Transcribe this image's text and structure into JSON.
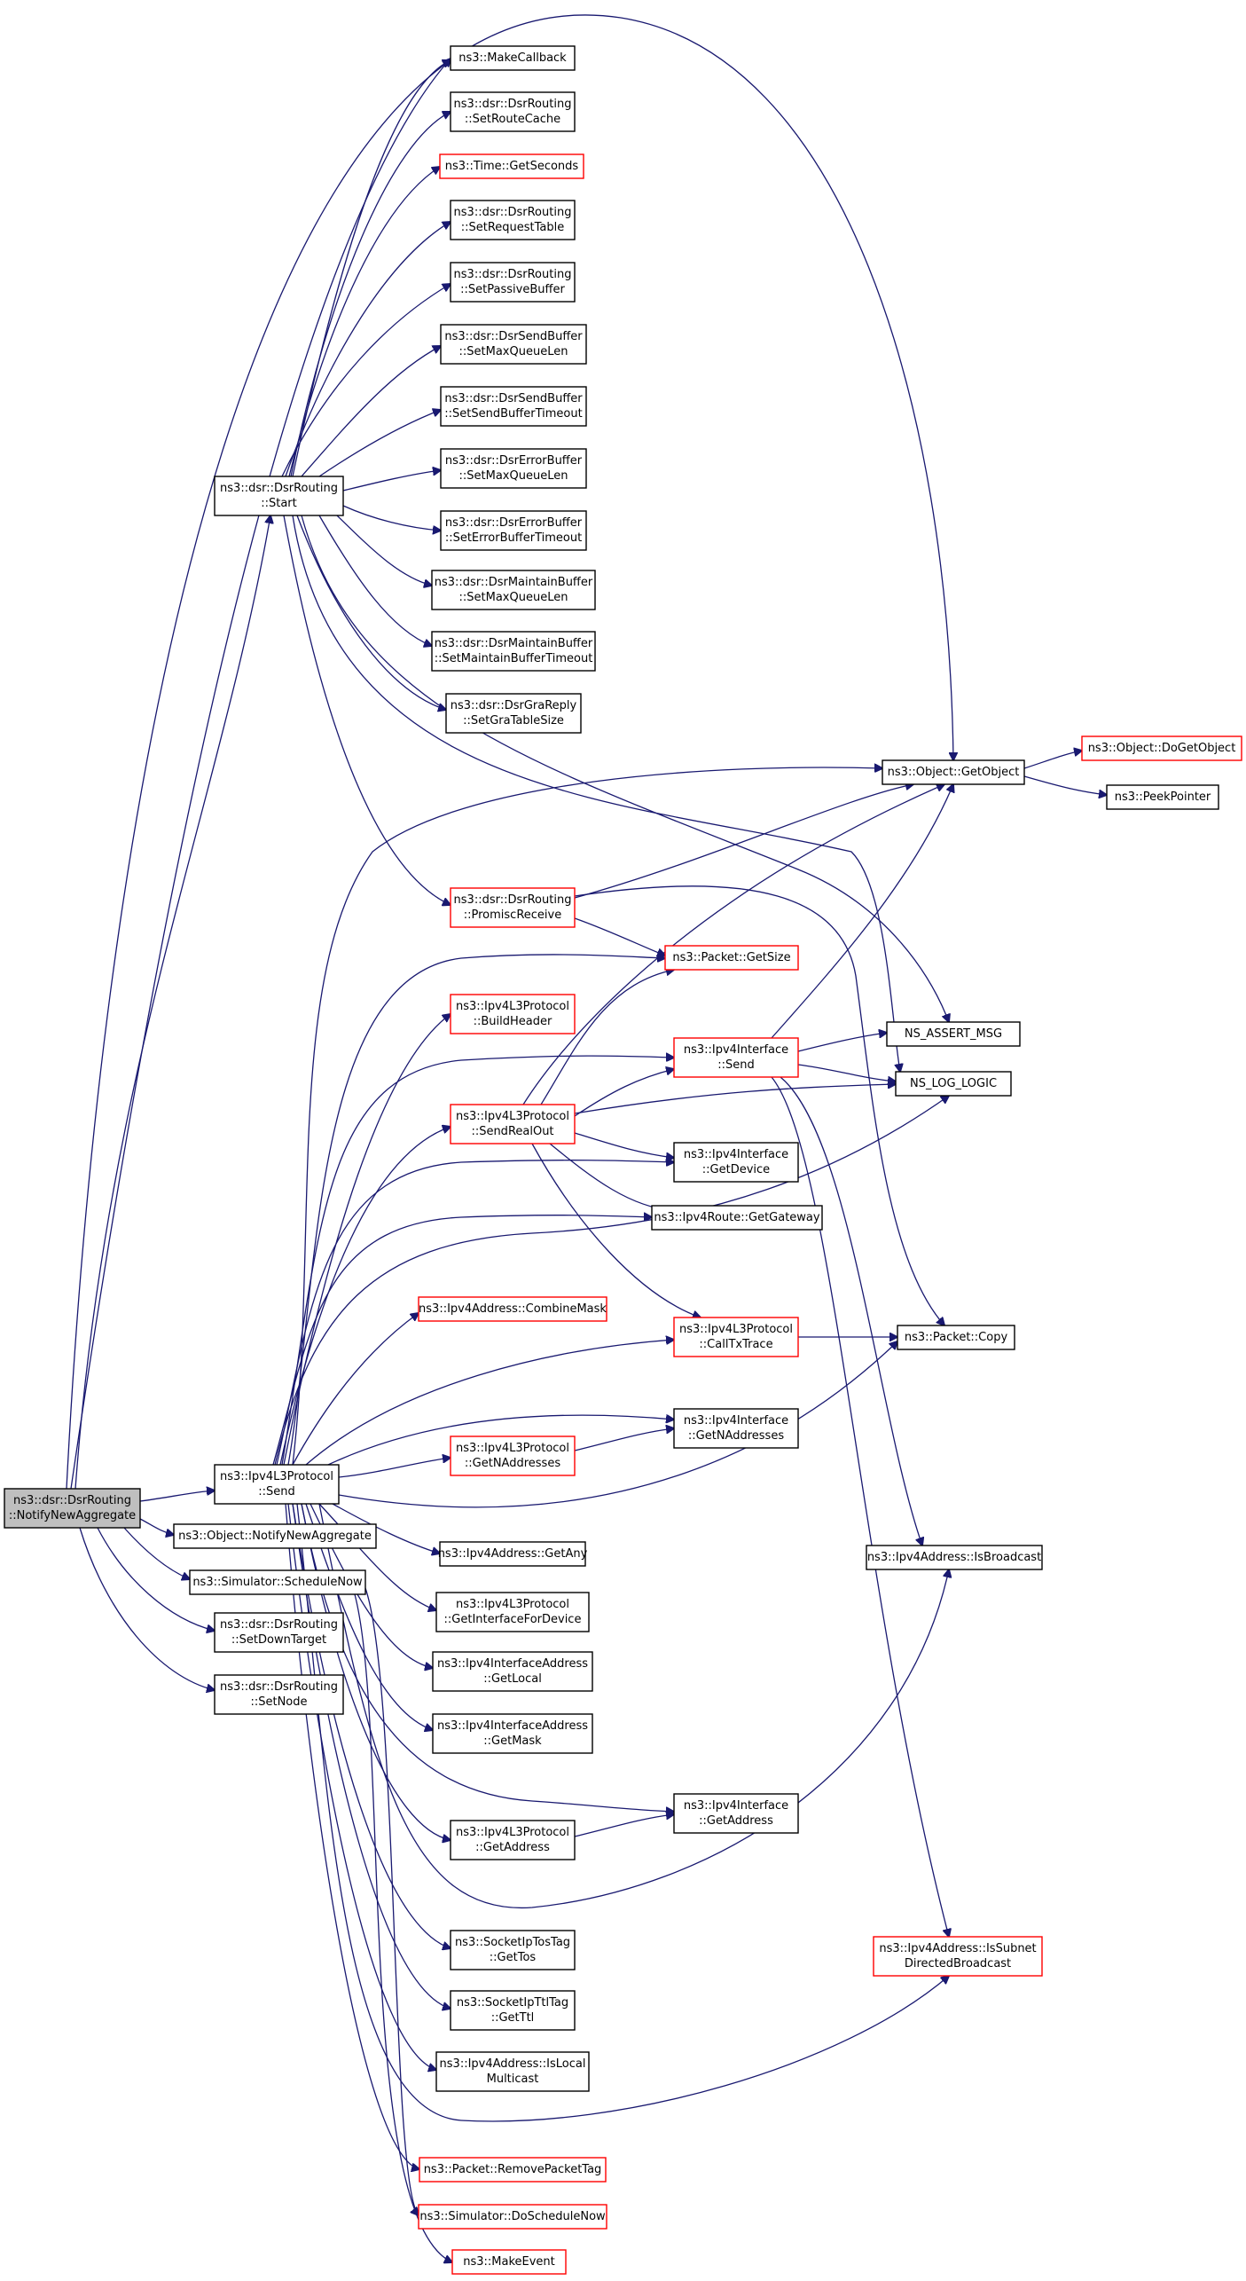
{
  "colors": {
    "edge": "#191970",
    "normal_border": "#000000",
    "truncated_border": "#ff0000",
    "root_fill": "#bfbfbf",
    "background": "#ffffff"
  },
  "nodes": [
    {
      "id": "root",
      "lines": [
        "ns3::dsr::DsrRouting",
        "::NotifyNewAggregate"
      ],
      "border": "root"
    },
    {
      "id": "start",
      "lines": [
        "ns3::dsr::DsrRouting",
        "::Start"
      ],
      "border": "black"
    },
    {
      "id": "ipv4send",
      "lines": [
        "ns3::Ipv4L3Protocol",
        "::Send"
      ],
      "border": "black"
    },
    {
      "id": "objnotify",
      "lines": [
        "ns3::Object::NotifyNewAggregate"
      ],
      "border": "black"
    },
    {
      "id": "schednow",
      "lines": [
        "ns3::Simulator::ScheduleNow"
      ],
      "border": "black"
    },
    {
      "id": "setdown",
      "lines": [
        "ns3::dsr::DsrRouting",
        "::SetDownTarget"
      ],
      "border": "black"
    },
    {
      "id": "setnode",
      "lines": [
        "ns3::dsr::DsrRouting",
        "::SetNode"
      ],
      "border": "black"
    },
    {
      "id": "makecb",
      "lines": [
        "ns3::MakeCallback"
      ],
      "border": "black"
    },
    {
      "id": "setroutecache",
      "lines": [
        "ns3::dsr::DsrRouting",
        "::SetRouteCache"
      ],
      "border": "black"
    },
    {
      "id": "getseconds",
      "lines": [
        "ns3::Time::GetSeconds"
      ],
      "border": "red"
    },
    {
      "id": "setreqtable",
      "lines": [
        "ns3::dsr::DsrRouting",
        "::SetRequestTable"
      ],
      "border": "black"
    },
    {
      "id": "setpassive",
      "lines": [
        "ns3::dsr::DsrRouting",
        "::SetPassiveBuffer"
      ],
      "border": "black"
    },
    {
      "id": "sbmaxq",
      "lines": [
        "ns3::dsr::DsrSendBuffer",
        "::SetMaxQueueLen"
      ],
      "border": "black"
    },
    {
      "id": "sbtimeout",
      "lines": [
        "ns3::dsr::DsrSendBuffer",
        "::SetSendBufferTimeout"
      ],
      "border": "black"
    },
    {
      "id": "ebmaxq",
      "lines": [
        "ns3::dsr::DsrErrorBuffer",
        "::SetMaxQueueLen"
      ],
      "border": "black"
    },
    {
      "id": "ebtimeout",
      "lines": [
        "ns3::dsr::DsrErrorBuffer",
        "::SetErrorBufferTimeout"
      ],
      "border": "black"
    },
    {
      "id": "mbmaxq",
      "lines": [
        "ns3::dsr::DsrMaintainBuffer",
        "::SetMaxQueueLen"
      ],
      "border": "black"
    },
    {
      "id": "mbtimeout",
      "lines": [
        "ns3::dsr::DsrMaintainBuffer",
        "::SetMaintainBufferTimeout"
      ],
      "border": "black"
    },
    {
      "id": "gratable",
      "lines": [
        "ns3::dsr::DsrGraReply",
        "::SetGraTableSize"
      ],
      "border": "black"
    },
    {
      "id": "getobject",
      "lines": [
        "ns3::Object::GetObject"
      ],
      "border": "black"
    },
    {
      "id": "dogetobject",
      "lines": [
        "ns3::Object::DoGetObject"
      ],
      "border": "red"
    },
    {
      "id": "peekptr",
      "lines": [
        "ns3::PeekPointer"
      ],
      "border": "black"
    },
    {
      "id": "promisc",
      "lines": [
        "ns3::dsr::DsrRouting",
        "::PromiscReceive"
      ],
      "border": "red"
    },
    {
      "id": "pktgetsize",
      "lines": [
        "ns3::Packet::GetSize"
      ],
      "border": "red"
    },
    {
      "id": "buildheader",
      "lines": [
        "ns3::Ipv4L3Protocol",
        "::BuildHeader"
      ],
      "border": "red"
    },
    {
      "id": "ifsend",
      "lines": [
        "ns3::Ipv4Interface",
        "::Send"
      ],
      "border": "red"
    },
    {
      "id": "assertmsg",
      "lines": [
        "NS_ASSERT_MSG"
      ],
      "border": "black"
    },
    {
      "id": "loglogic",
      "lines": [
        "NS_LOG_LOGIC"
      ],
      "border": "black"
    },
    {
      "id": "sendrealout",
      "lines": [
        "ns3::Ipv4L3Protocol",
        "::SendRealOut"
      ],
      "border": "red"
    },
    {
      "id": "getdevice",
      "lines": [
        "ns3::Ipv4Interface",
        "::GetDevice"
      ],
      "border": "black"
    },
    {
      "id": "getgateway",
      "lines": [
        "ns3::Ipv4Route::GetGateway"
      ],
      "border": "black"
    },
    {
      "id": "combinemask",
      "lines": [
        "ns3::Ipv4Address::CombineMask"
      ],
      "border": "red"
    },
    {
      "id": "calltxtrace",
      "lines": [
        "ns3::Ipv4L3Protocol",
        "::CallTxTrace"
      ],
      "border": "red"
    },
    {
      "id": "pktcopy",
      "lines": [
        "ns3::Packet::Copy"
      ],
      "border": "black"
    },
    {
      "id": "ifgetnaddr",
      "lines": [
        "ns3::Ipv4Interface",
        "::GetNAddresses"
      ],
      "border": "black"
    },
    {
      "id": "l3getnaddr",
      "lines": [
        "ns3::Ipv4L3Protocol",
        "::GetNAddresses"
      ],
      "border": "red"
    },
    {
      "id": "getany",
      "lines": [
        "ns3::Ipv4Address::GetAny"
      ],
      "border": "black"
    },
    {
      "id": "isbroadcast",
      "lines": [
        "ns3::Ipv4Address::IsBroadcast"
      ],
      "border": "black"
    },
    {
      "id": "getifdev",
      "lines": [
        "ns3::Ipv4L3Protocol",
        "::GetInterfaceForDevice"
      ],
      "border": "black"
    },
    {
      "id": "getlocal",
      "lines": [
        "ns3::Ipv4InterfaceAddress",
        "::GetLocal"
      ],
      "border": "black"
    },
    {
      "id": "getmask",
      "lines": [
        "ns3::Ipv4InterfaceAddress",
        "::GetMask"
      ],
      "border": "black"
    },
    {
      "id": "l3getaddr",
      "lines": [
        "ns3::Ipv4L3Protocol",
        "::GetAddress"
      ],
      "border": "black"
    },
    {
      "id": "ifgetaddr",
      "lines": [
        "ns3::Ipv4Interface",
        "::GetAddress"
      ],
      "border": "black"
    },
    {
      "id": "issubnet",
      "lines": [
        "ns3::Ipv4Address::IsSubnet",
        "DirectedBroadcast"
      ],
      "border": "red"
    },
    {
      "id": "gettos",
      "lines": [
        "ns3::SocketIpTosTag",
        "::GetTos"
      ],
      "border": "black"
    },
    {
      "id": "getttl",
      "lines": [
        "ns3::SocketIpTtlTag",
        "::GetTtl"
      ],
      "border": "black"
    },
    {
      "id": "islocalmc",
      "lines": [
        "ns3::Ipv4Address::IsLocal",
        "Multicast"
      ],
      "border": "black"
    },
    {
      "id": "rmpkttag",
      "lines": [
        "ns3::Packet::RemovePacketTag"
      ],
      "border": "red"
    },
    {
      "id": "doschednow",
      "lines": [
        "ns3::Simulator::DoScheduleNow"
      ],
      "border": "red"
    },
    {
      "id": "makeevent",
      "lines": [
        "ns3::MakeEvent"
      ],
      "border": "red"
    }
  ]
}
